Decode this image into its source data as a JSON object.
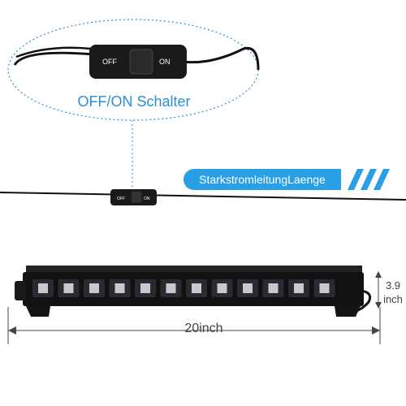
{
  "switch_callout": {
    "label": "OFF/ON Schalter",
    "off_text": "OFF",
    "on_text": "ON"
  },
  "inline_switch": {
    "off_text": "OFF",
    "on_text": "ON"
  },
  "banner": {
    "text": "StarkstromleitungLaenge",
    "color": "#29a0e6"
  },
  "dimensions": {
    "width_label": "20inch",
    "height_label": "3.9",
    "height_unit": "inch"
  },
  "led_bar": {
    "led_count": 12,
    "body_color": "#111111",
    "led_color": "#c8c8d0"
  }
}
